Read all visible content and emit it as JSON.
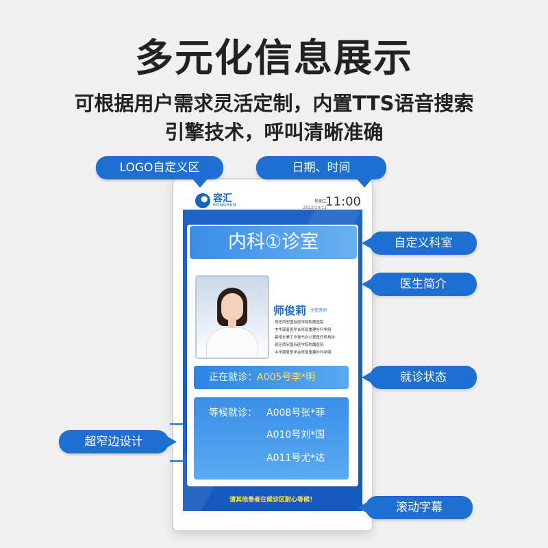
{
  "headline": "多元化信息展示",
  "subtitle_line1": "可根据用户需求灵活定制，内置TTS语音搜索",
  "subtitle_line2": "引擎技术，呼叫清晰准确",
  "callouts": {
    "logo": "LOGO自定义区",
    "datetime": "日期、时间",
    "department": "自定义科室",
    "doctor": "医生简介",
    "status": "就诊状态",
    "narrow_bezel": "超窄边设计",
    "ticker": "滚动字幕"
  },
  "screen": {
    "logo_cn": "容汇",
    "logo_en": "RONGREN",
    "weekday": "星期三",
    "date": "2022/10/11",
    "time": "11:00",
    "department": "内科①诊室",
    "doctor_name": "师俊莉",
    "doctor_title": "主任医师",
    "doctor_bio": [
      "现任西安国际医学院附属医院",
      "中华康复医学会修复重建外科学组",
      "副组长兼工作秘书办公室医疗机构协",
      "现任西安国际医学院附属医院",
      "中华康复医学会修复重建外科学组"
    ],
    "current_label": "正在就诊：",
    "current_patient": "A005号李*明",
    "waiting_label": "等候就诊：",
    "waiting_patients": [
      "A008号张*菲",
      "A010号刘*国",
      "A011号尤*达"
    ],
    "ticker_text": "请其他患者在候诊区耐心等候！"
  },
  "colors": {
    "accent": "#1e6fd1",
    "screen_bg": "#1e64c8",
    "highlight": "#ffe24a"
  }
}
